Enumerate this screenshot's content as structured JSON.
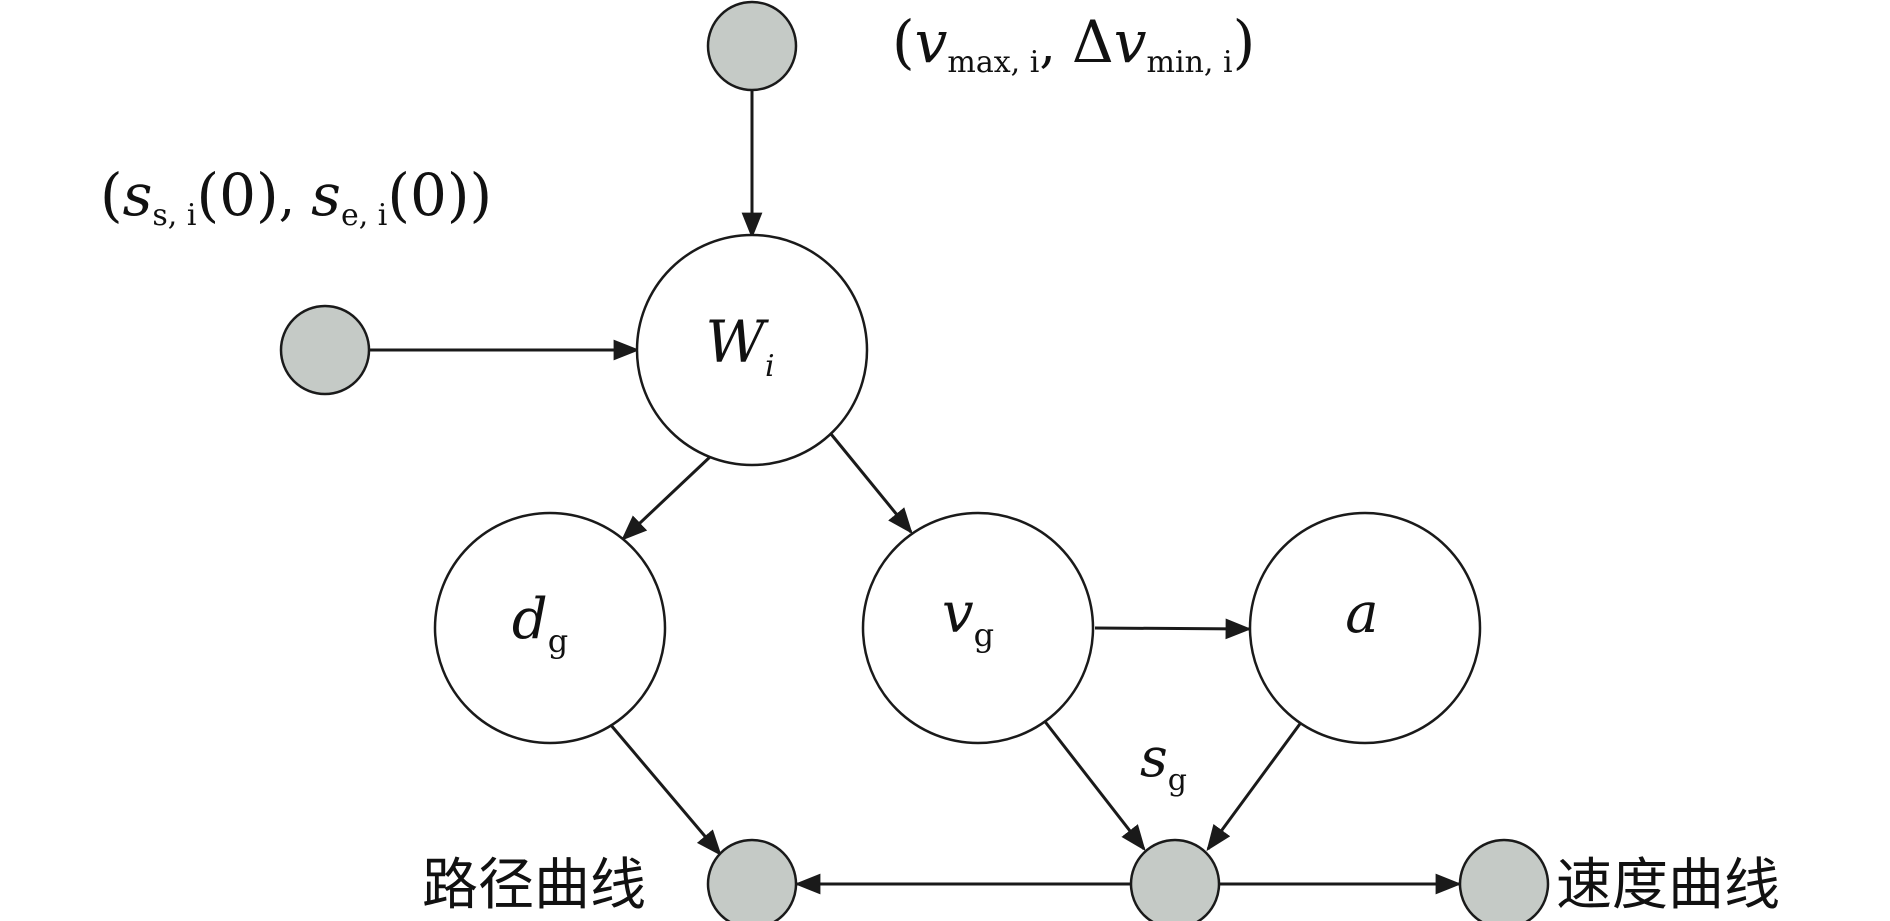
{
  "nodes": {
    "W": {
      "symbol": "W",
      "subscript": "i"
    },
    "dg": {
      "symbol": "d",
      "subscript": "g"
    },
    "vg": {
      "symbol": "v",
      "subscript": "g"
    },
    "a": {
      "symbol": "a"
    }
  },
  "labels": {
    "top_input": {
      "open": "(",
      "v1": "v",
      "v1_sub": "max, i",
      "comma": ",",
      "delta": "Δ",
      "v2": "v",
      "v2_sub": "min, i",
      "close": ")"
    },
    "left_input": {
      "open": "(",
      "s1": "s",
      "s1_sub": "s, i",
      "arg1": "(0)",
      "comma": ",",
      "s2": "s",
      "s2_sub": "e, i",
      "arg2": "(0))"
    },
    "sg": {
      "symbol": "s",
      "subscript": "g"
    },
    "path_curve": "路径曲线",
    "speed_curve": "速度曲线"
  },
  "colors": {
    "small_node_fill": "#c5cac6",
    "stroke": "#1a1a1a"
  }
}
